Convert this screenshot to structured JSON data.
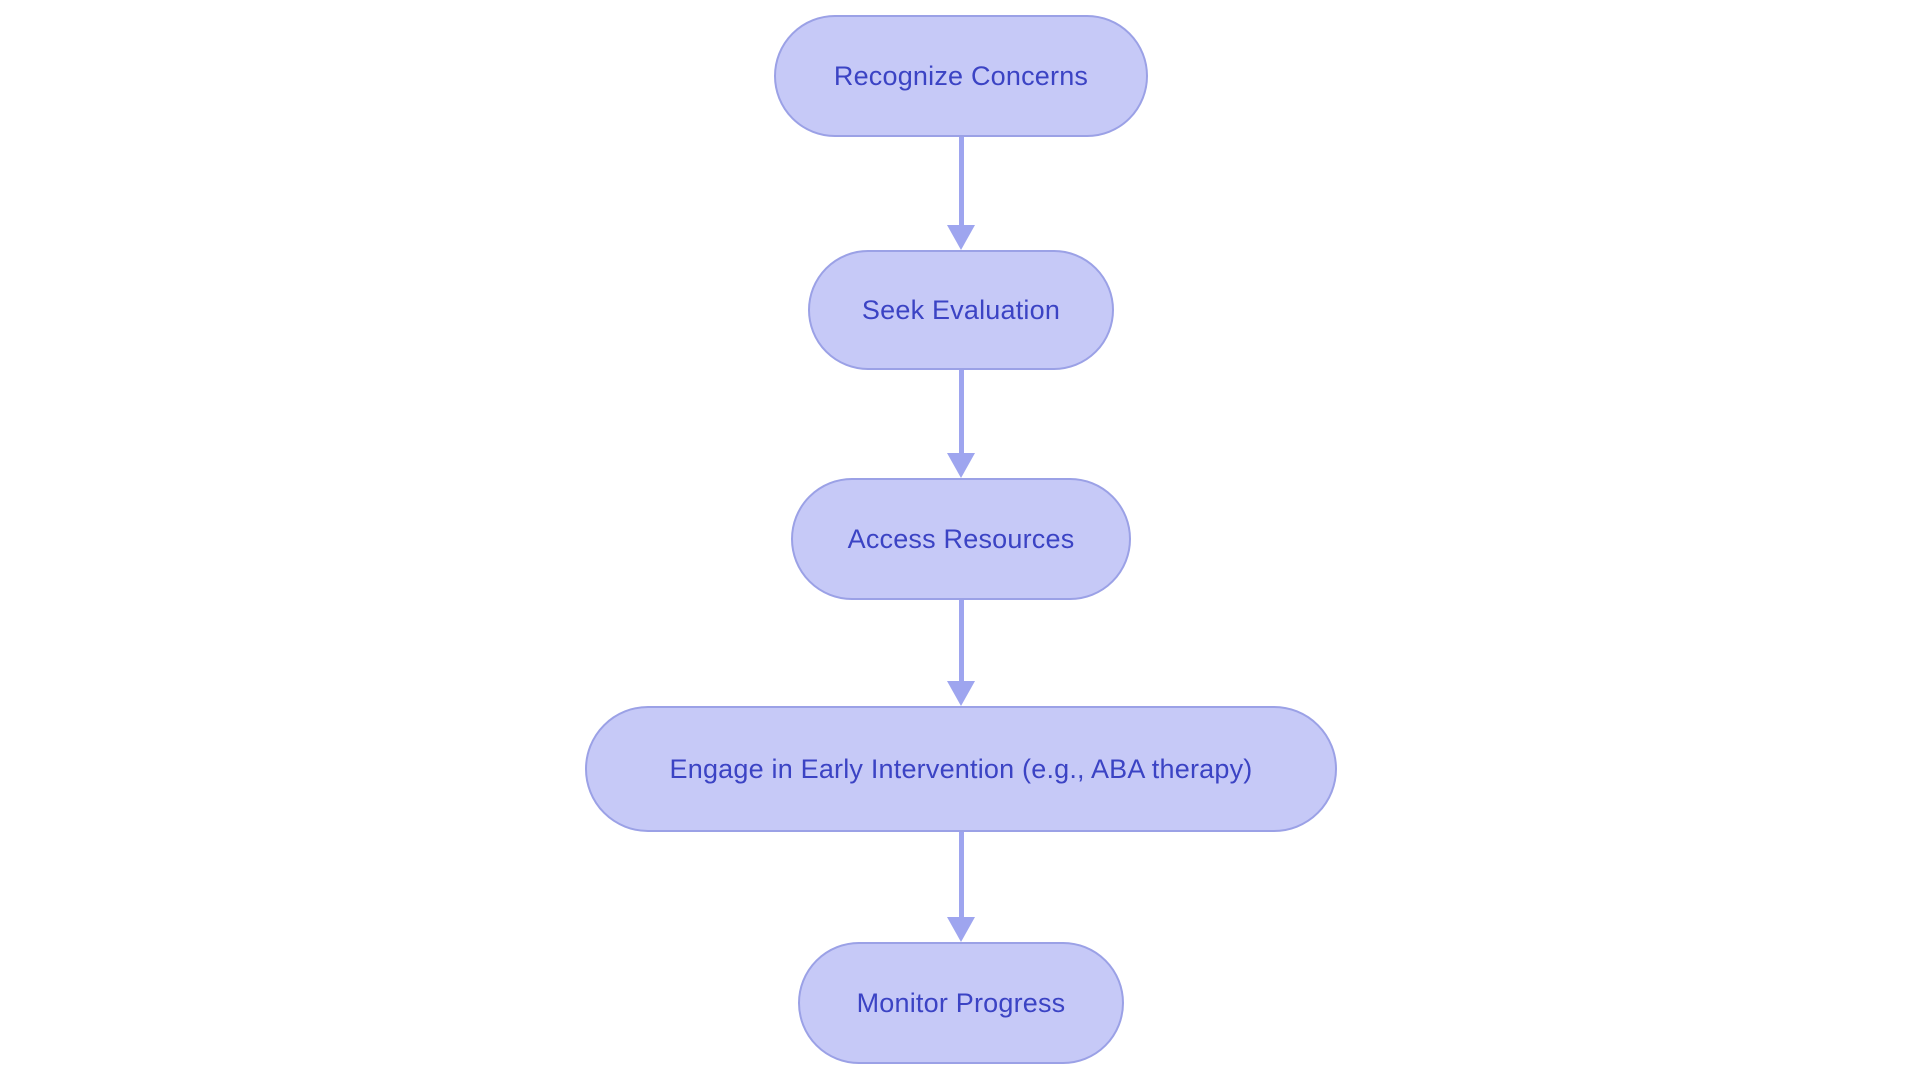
{
  "diagram": {
    "type": "flowchart",
    "direction": "top-down",
    "nodes": [
      {
        "id": "n1",
        "label": "Recognize Concerns"
      },
      {
        "id": "n2",
        "label": "Seek Evaluation"
      },
      {
        "id": "n3",
        "label": "Access Resources"
      },
      {
        "id": "n4",
        "label": "Engage in Early Intervention (e.g., ABA therapy)"
      },
      {
        "id": "n5",
        "label": "Monitor Progress"
      }
    ],
    "edges": [
      {
        "from": "n1",
        "to": "n2"
      },
      {
        "from": "n2",
        "to": "n3"
      },
      {
        "from": "n3",
        "to": "n4"
      },
      {
        "from": "n4",
        "to": "n5"
      }
    ],
    "colors": {
      "background": "#ffffff",
      "node_fill": "#c6c9f7",
      "node_border": "#9ba1e6",
      "node_text": "#3b43c4",
      "arrow": "#9ea5ef"
    }
  }
}
